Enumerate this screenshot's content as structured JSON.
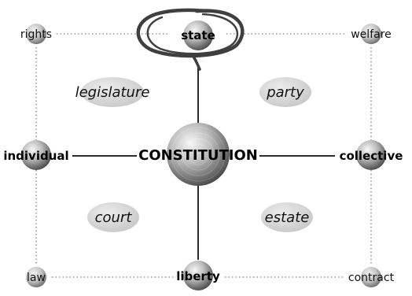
{
  "center": {
    "label": "CONSTITUTION"
  },
  "axes": {
    "top": "state",
    "bottom": "liberty",
    "left": "individual",
    "right": "collective"
  },
  "corners": {
    "top_left": "rights",
    "top_right": "welfare",
    "bottom_left": "law",
    "bottom_right": "contract"
  },
  "quadrants": {
    "top_left": "legislature",
    "top_right": "party",
    "bottom_left": "court",
    "bottom_right": "estate"
  },
  "colors": {
    "solid_line": "#111111",
    "dotted_line": "#999999",
    "sphere_light": "#f4f4f4",
    "sphere_dark": "#5a5a5a",
    "oval_fill": "#dcdcdc",
    "marker_circle": "#444444"
  }
}
